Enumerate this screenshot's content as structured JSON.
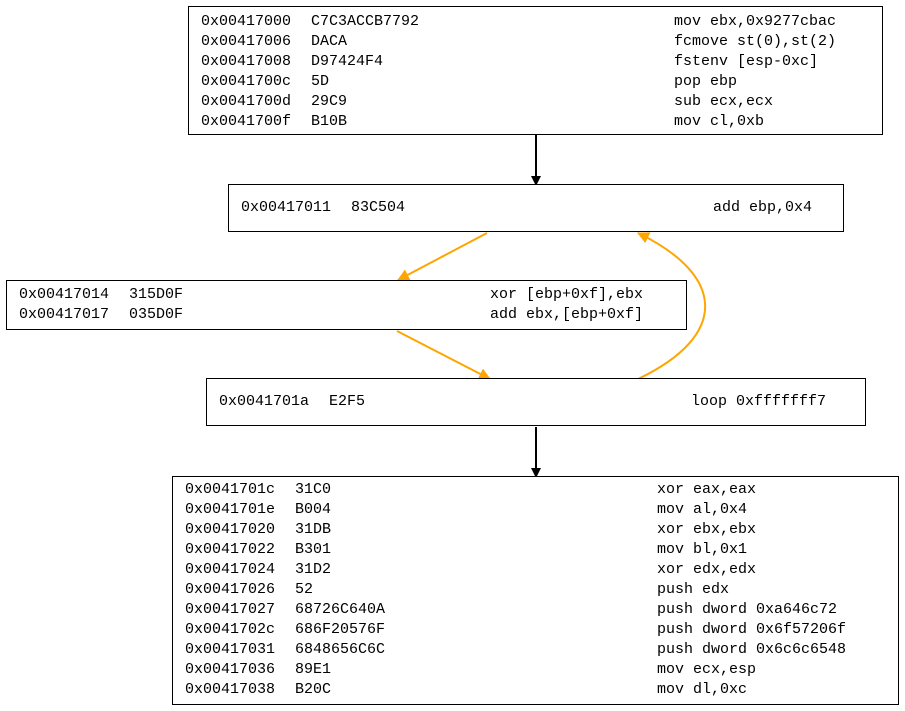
{
  "blocks": [
    {
      "id": "block-1",
      "rows": [
        {
          "addr": "0x00417000",
          "bytes": "C7C3ACCB7792",
          "instr": "mov ebx,0x9277cbac"
        },
        {
          "addr": "0x00417006",
          "bytes": "DACA",
          "instr": "fcmove st(0),st(2)"
        },
        {
          "addr": "0x00417008",
          "bytes": "D97424F4",
          "instr": "fstenv [esp-0xc]"
        },
        {
          "addr": "0x0041700c",
          "bytes": "5D",
          "instr": "pop ebp"
        },
        {
          "addr": "0x0041700d",
          "bytes": "29C9",
          "instr": "sub ecx,ecx"
        },
        {
          "addr": "0x0041700f",
          "bytes": "B10B",
          "instr": "mov cl,0xb"
        }
      ]
    },
    {
      "id": "block-2",
      "rows": [
        {
          "addr": "0x00417011",
          "bytes": "83C504",
          "instr": "add ebp,0x4"
        }
      ]
    },
    {
      "id": "block-3",
      "rows": [
        {
          "addr": "0x00417014",
          "bytes": "315D0F",
          "instr": "xor [ebp+0xf],ebx"
        },
        {
          "addr": "0x00417017",
          "bytes": "035D0F",
          "instr": "add ebx,[ebp+0xf]"
        }
      ]
    },
    {
      "id": "block-4",
      "rows": [
        {
          "addr": "0x0041701a",
          "bytes": "E2F5",
          "instr": "loop 0xfffffff7"
        }
      ]
    },
    {
      "id": "block-5",
      "rows": [
        {
          "addr": "0x0041701c",
          "bytes": "31C0",
          "instr": "xor eax,eax"
        },
        {
          "addr": "0x0041701e",
          "bytes": "B004",
          "instr": "mov al,0x4"
        },
        {
          "addr": "0x00417020",
          "bytes": "31DB",
          "instr": "xor ebx,ebx"
        },
        {
          "addr": "0x00417022",
          "bytes": "B301",
          "instr": "mov bl,0x1"
        },
        {
          "addr": "0x00417024",
          "bytes": "31D2",
          "instr": "xor edx,edx"
        },
        {
          "addr": "0x00417026",
          "bytes": "52",
          "instr": "push edx"
        },
        {
          "addr": "0x00417027",
          "bytes": "68726C640A",
          "instr": "push dword 0xa646c72"
        },
        {
          "addr": "0x0041702c",
          "bytes": "686F20576F",
          "instr": "push dword 0x6f57206f"
        },
        {
          "addr": "0x00417031",
          "bytes": "6848656C6C",
          "instr": "push dword 0x6c6c6548"
        },
        {
          "addr": "0x00417036",
          "bytes": "89E1",
          "instr": "mov ecx,esp"
        },
        {
          "addr": "0x00417038",
          "bytes": "B20C",
          "instr": "mov dl,0xc"
        }
      ]
    }
  ],
  "edges": [
    {
      "from": "block-1",
      "to": "block-2",
      "kind": "fallthrough",
      "color": "#000000"
    },
    {
      "from": "block-2",
      "to": "block-3",
      "kind": "flow",
      "color": "#ffa500"
    },
    {
      "from": "block-3",
      "to": "block-4",
      "kind": "flow",
      "color": "#ffa500"
    },
    {
      "from": "block-4",
      "to": "block-2",
      "kind": "loop-back",
      "color": "#ffa500"
    },
    {
      "from": "block-4",
      "to": "block-5",
      "kind": "fallthrough",
      "color": "#000000"
    }
  ],
  "colors": {
    "border": "#000000",
    "text": "#000000",
    "loop_edge": "#ffa500",
    "plain_edge": "#000000",
    "background": "#ffffff"
  }
}
